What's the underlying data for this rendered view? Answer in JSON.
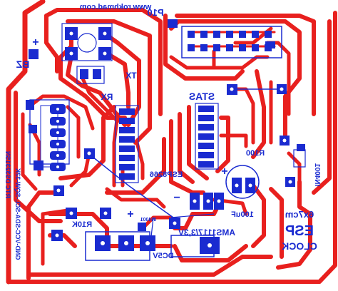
{
  "colors": {
    "trace": "#e8201e",
    "pad": "#1a2bd0",
    "silk": "#1a2bd0",
    "hole": "#ffffff",
    "background": "#ffffff"
  },
  "board": {
    "url": "www.rokhmad.com",
    "p10_label": "P10",
    "rtc_label": "RTC DS3231SN",
    "rtc_pins_label": "GND-VCC-SDA-SCL-SQW-32K",
    "bz_label": "BZ",
    "bz_plus": "+",
    "tx_label": "TX",
    "rx_label": "RX",
    "stas_label": "STAS",
    "esp_module_label": "ESP8266",
    "r100_label": "R100",
    "in4001_right_label": "IN4001",
    "r10k_label": "R10K",
    "in4001_small_label": "IN4001",
    "cap_label": "100uF",
    "cap_plus": "+",
    "cap_minus": "−",
    "ams_label": "AMS1117/3,3V",
    "dc_label": "DC5V",
    "dc_plus": "+",
    "size_label": "6x7cm",
    "esp_label": "ESP",
    "clock_label": "CLOCK"
  }
}
